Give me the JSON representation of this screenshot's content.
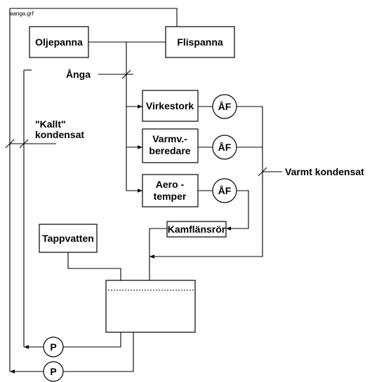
{
  "file_label": "aanga.grf",
  "boxes": {
    "oljepanna": "Oljepanna",
    "flispanna": "Flispanna",
    "virkestork": "Virkestork",
    "varmv_line1": "Varmv.-",
    "varmv_line2": "beredare",
    "aero_line1": "Aero -",
    "aero_line2": "temper",
    "kamflansror": "Kamflänsrör",
    "tappvatten": "Tappvatten"
  },
  "labels": {
    "anga": "Ånga",
    "kallt_line1": "\"Kallt\"",
    "kallt_line2": "kondensat",
    "varmt_kondensat": "Varmt kondensat"
  },
  "traps": [
    "ÅF",
    "ÅF",
    "ÅF"
  ],
  "pumps": [
    "P",
    "P"
  ]
}
